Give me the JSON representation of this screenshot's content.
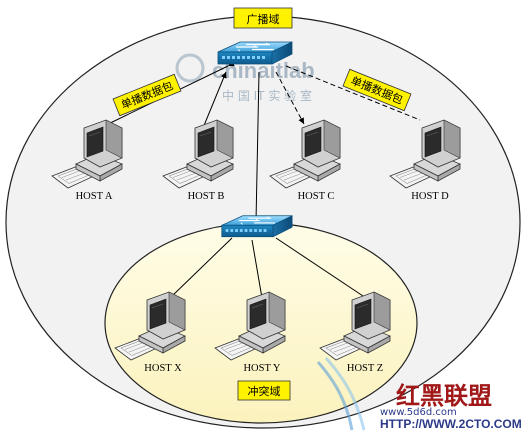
{
  "domains": {
    "broadcast": "广播域",
    "collision": "冲突域"
  },
  "packets": {
    "unicast": "单播数据包",
    "multicast": "单播数据包"
  },
  "hosts": {
    "a": "HOST A",
    "b": "HOST B",
    "c": "HOST C",
    "d": "HOST D",
    "x": "HOST X",
    "y": "HOST Y",
    "z": "HOST Z"
  },
  "watermarks": {
    "site": "chinaitlab",
    "site_cn": "中 国 IT 实 验 室",
    "brand_cn": "红黑联盟",
    "brand_url": "HTTP://WWW.2CTO.COM",
    "brand_small": "www.5d6d.com"
  },
  "colors": {
    "outer_ellipse": "#f2f2f2",
    "inner_ellipse": "#fdf8d2",
    "tag_fill": "#fff200",
    "switch": "#2a8ec4"
  }
}
